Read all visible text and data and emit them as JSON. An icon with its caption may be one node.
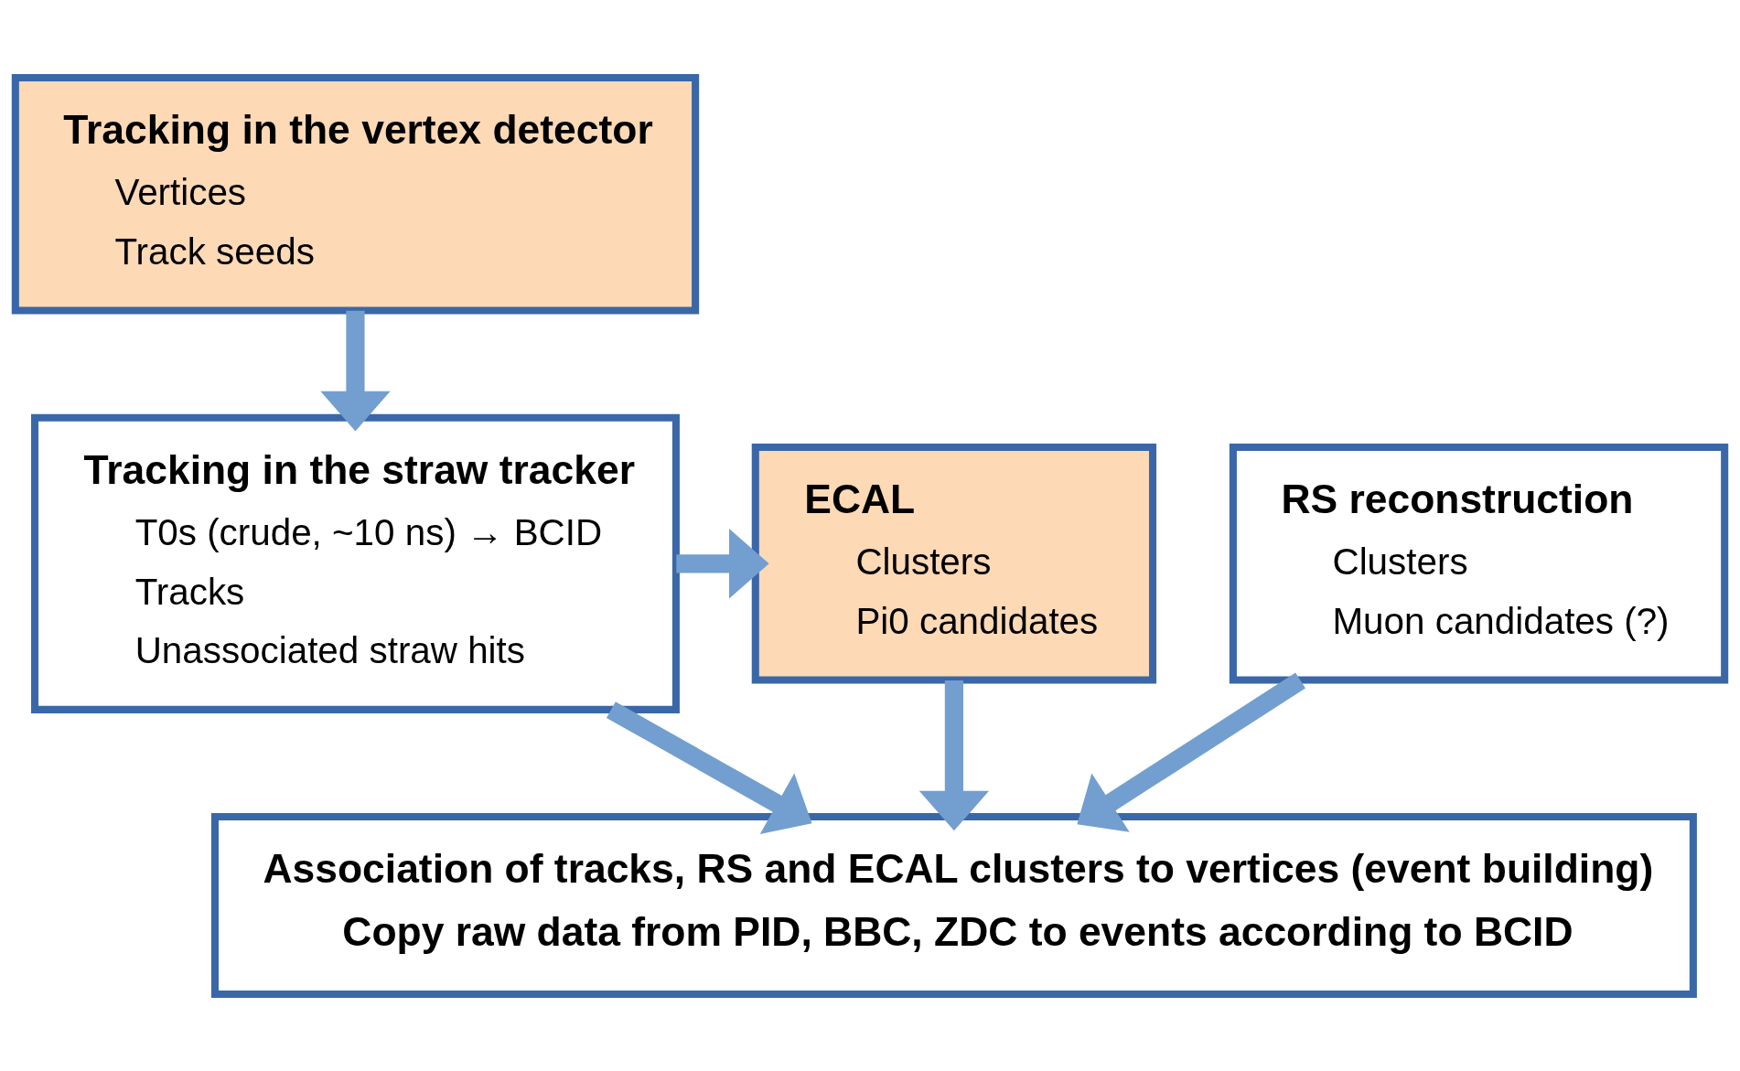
{
  "diagram": {
    "nodes": [
      {
        "text": [
          "Tracking in the vertex detector",
          "Vertices",
          "Track seeds"
        ]
      },
      {
        "text": [
          "Tracking in the straw tracker",
          "T0s (crude, ~10 ns) → BCID",
          "Tracks",
          "Unassociated straw hits"
        ]
      },
      {
        "text": [
          "ECAL",
          "Clusters",
          "Pi0 candidates"
        ]
      },
      {
        "text": [
          "RS reconstruction",
          "Clusters",
          "Muon candidates (?)"
        ]
      },
      {
        "text": [
          "Association of tracks, RS and ECAL clusters to vertices (event building)",
          "Copy raw data from PID, BBC, ZDC to events according to BCID"
        ]
      }
    ],
    "edges": [
      {
        "from": 0,
        "to": 1,
        "arrow": "to"
      },
      {
        "from": 1,
        "to": 2,
        "arrow": "to"
      },
      {
        "from": 1,
        "to": 4,
        "arrow": "to"
      },
      {
        "from": 2,
        "to": 4,
        "arrow": "to"
      },
      {
        "from": 3,
        "to": 4,
        "arrow": "to"
      }
    ]
  }
}
